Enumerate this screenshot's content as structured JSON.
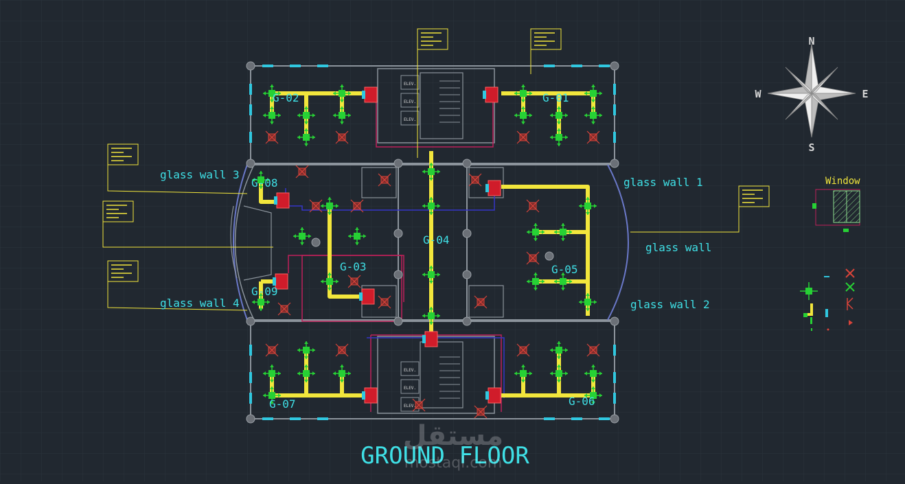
{
  "drawing": {
    "title": "GROUND FLOOR",
    "watermark": {
      "arabic": "مستقل",
      "latin": "mostaql.com"
    }
  },
  "compass": {
    "north": "N",
    "south": "S",
    "east": "E",
    "west": "W"
  },
  "legend": {
    "window_label": "Window"
  },
  "zones": [
    "G-01",
    "G-02",
    "G-03",
    "G-04",
    "G-05",
    "G-06",
    "G-07",
    "G-08",
    "G-09"
  ],
  "glass_walls": [
    "glass wall 1",
    "glass wall 2",
    "glass wall 3",
    "glass wall 4",
    "glass wall"
  ],
  "elevator_label": "ELEV.",
  "colors": {
    "background": "#212830",
    "grid": "#2c343d",
    "walls": "#8c949c",
    "duct": "#f2e63c",
    "diffuser": "#27d135",
    "exhaust": "#d9443a",
    "supply_line": "#c0205a",
    "return_line": "#3535c8",
    "window_cyan": "#30c8e0",
    "label_cyan": "#3fe0e6"
  }
}
